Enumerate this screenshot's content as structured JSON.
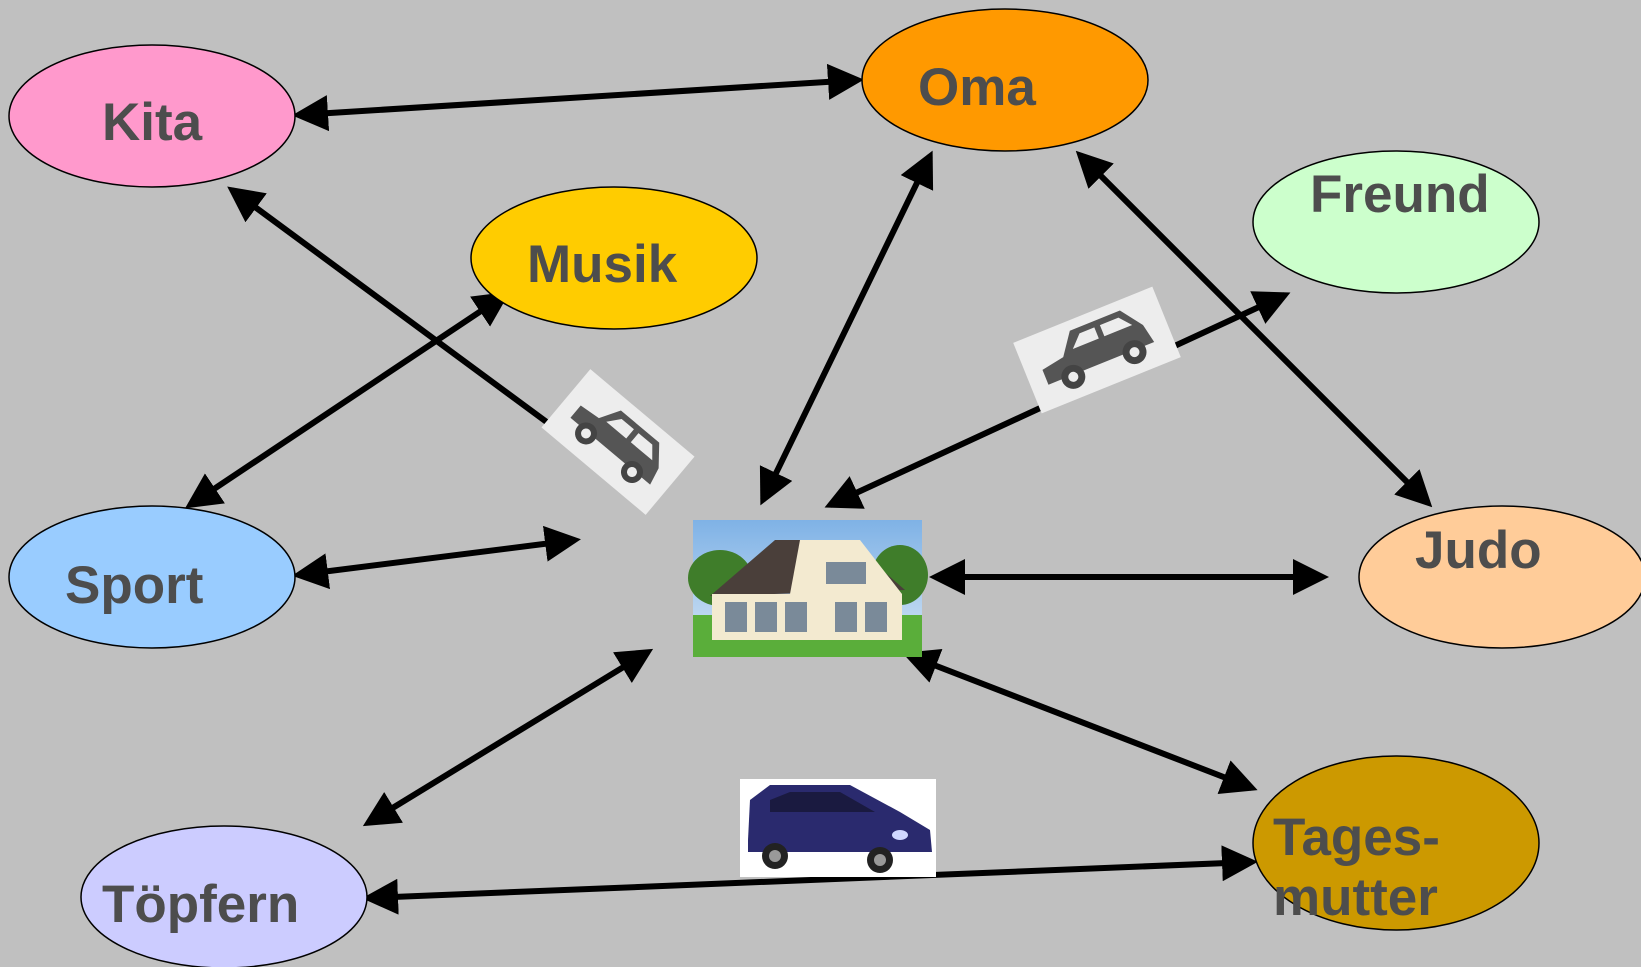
{
  "nodes": [
    {
      "id": "kita",
      "label": "Kita",
      "color": "#ff99cc"
    },
    {
      "id": "oma",
      "label": "Oma",
      "color": "#ff9900"
    },
    {
      "id": "freund",
      "label": "Freund",
      "color": "#ccffcc"
    },
    {
      "id": "musik",
      "label": "Musik",
      "color": "#ffcc00"
    },
    {
      "id": "sport",
      "label": "Sport",
      "color": "#99ccff"
    },
    {
      "id": "judo",
      "label": "Judo",
      "color": "#ffcc99"
    },
    {
      "id": "toepfern",
      "label": "Töpfern",
      "color": "#ccccff"
    },
    {
      "id": "tagesmutter",
      "label_line1": "Tages-",
      "label_line2": "mutter",
      "color": "#cc9900"
    }
  ],
  "center_image": "house-photo",
  "vehicles": [
    "car-icon",
    "car-icon",
    "minivan-photo"
  ],
  "edges": [
    {
      "from": "kita",
      "to": "oma"
    },
    {
      "from": "home",
      "to": "kita"
    },
    {
      "from": "home",
      "to": "oma"
    },
    {
      "from": "home",
      "to": "freund"
    },
    {
      "from": "oma",
      "to": "judo"
    },
    {
      "from": "sport",
      "to": "musik"
    },
    {
      "from": "sport",
      "to": "home"
    },
    {
      "from": "home",
      "to": "judo"
    },
    {
      "from": "home",
      "to": "toepfern"
    },
    {
      "from": "home",
      "to": "tagesmutter"
    },
    {
      "from": "toepfern",
      "to": "tagesmutter"
    }
  ]
}
